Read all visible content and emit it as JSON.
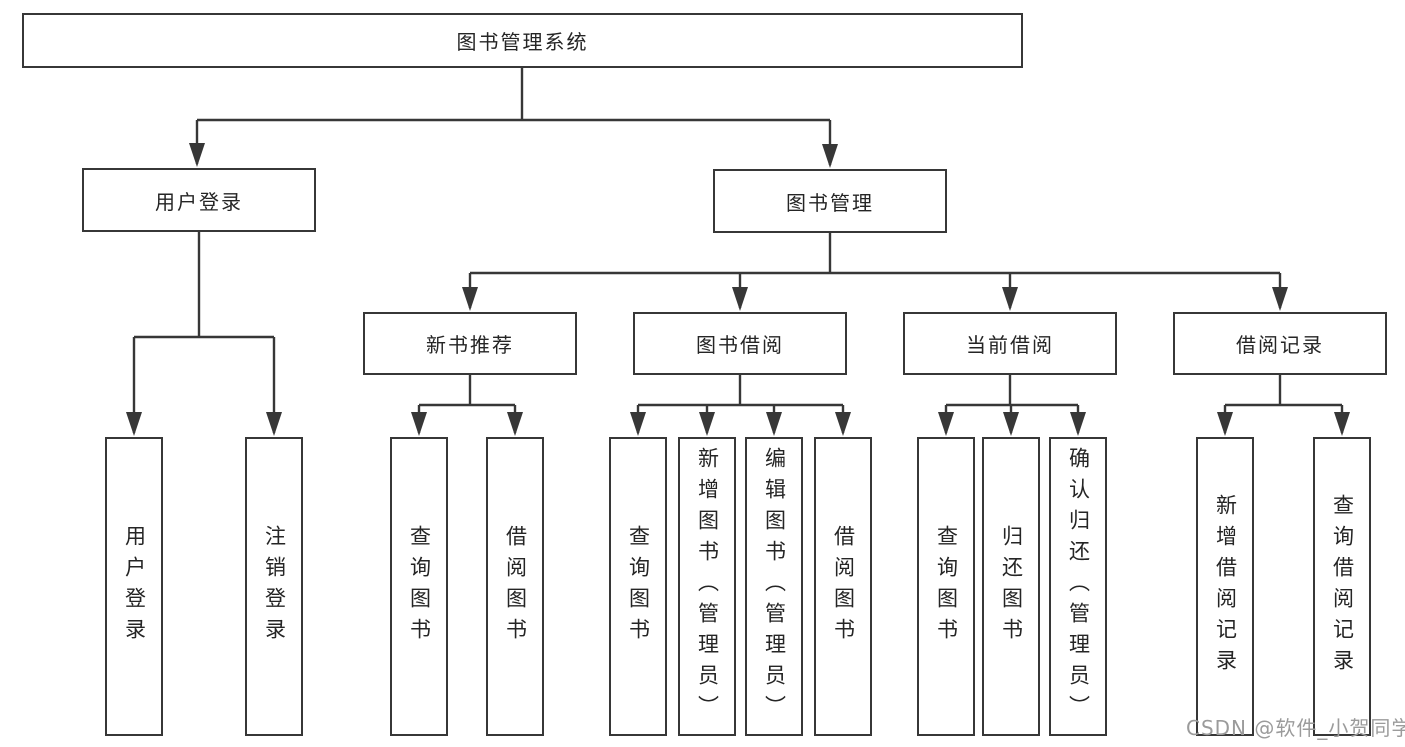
{
  "tree": {
    "root": {
      "label": "图书管理系统",
      "children": [
        {
          "label": "用户登录",
          "children": [
            {
              "label": "用户登录"
            },
            {
              "label": "注销登录"
            }
          ]
        },
        {
          "label": "图书管理",
          "children": [
            {
              "label": "新书推荐",
              "children": [
                {
                  "label": "查询图书"
                },
                {
                  "label": "借阅图书"
                }
              ]
            },
            {
              "label": "图书借阅",
              "children": [
                {
                  "label": "查询图书"
                },
                {
                  "label": "新增图书（管理员）"
                },
                {
                  "label": "编辑图书（管理员）"
                },
                {
                  "label": "借阅图书"
                }
              ]
            },
            {
              "label": "当前借阅",
              "children": [
                {
                  "label": "查询图书"
                },
                {
                  "label": "归还图书"
                },
                {
                  "label": "确认归还（管理员）"
                }
              ]
            },
            {
              "label": "借阅记录",
              "children": [
                {
                  "label": "新增借阅记录"
                },
                {
                  "label": "查询借阅记录"
                }
              ]
            }
          ]
        }
      ]
    }
  },
  "watermark": {
    "text": "CSDN @软件_小贺同学"
  },
  "colors": {
    "line": "#373737",
    "box_border": "#373737",
    "text": "#252525",
    "watermark": "#9b9b9b",
    "background": "#ffffff"
  }
}
